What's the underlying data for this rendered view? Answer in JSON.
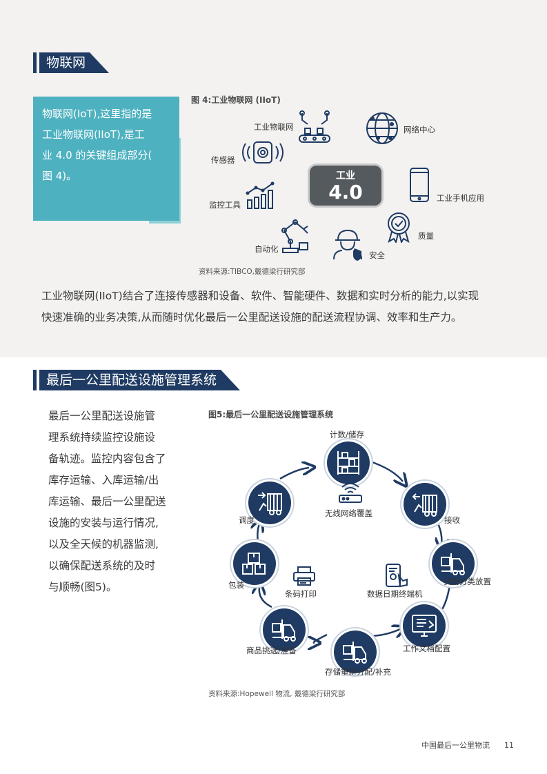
{
  "section1": {
    "title": "物联网",
    "callout_lines": [
      "物联网(IoT),这里指的是",
      "工业物联网(IIoT),是工",
      "业 4.0 的关键组成部分(",
      "图 4)。"
    ],
    "figure_title": "图 4:工业物联网 (IIoT)",
    "badge_line1": "工业",
    "badge_line2": "4.0",
    "labels": {
      "iiot": "工业物联网",
      "network_center": "网络中心",
      "sensor": "传感器",
      "mobile_app": "工业手机应用",
      "monitor_tools": "监控工具",
      "quality": "质量",
      "automation": "自动化",
      "safety": "安全"
    },
    "source": "资料来源:TIBCO,戴德梁行研究部",
    "paragraph_lines": [
      "工业物联网(IIoT)结合了连接传感器和设备、软件、智能硬件、数据和实时分析的能力,以实现",
      "快速准确的业务决策,从而随时优化最后一公里配送设施的配送流程协调、效率和生产力。"
    ]
  },
  "section2": {
    "title": "最后一公里配送设施管理系统",
    "text_lines": [
      "最后一公里配送设施管",
      "理系统持续监控设施设",
      "备轨迹。监控内容包含了",
      "库存运输、入库运输/出",
      "库运输、最后一公里配送",
      "设施的安装与运行情况,",
      "以及全天候的机器监测,",
      "以确保配送系统的及时",
      "与顺畅(图5)。"
    ],
    "figure_title": "图5:最后一公里配送设施管理系统",
    "labels": {
      "count_storage": "计数/储存",
      "receive": "接收",
      "goods_placement": "货物分类放置",
      "work_docs": "工作文档配置",
      "redistribution": "存储重新分配/补充",
      "picking": "商品挑选/准备",
      "packing": "包装",
      "dispatch": "调度",
      "wifi": "无线网络覆盖",
      "barcode": "条码打印",
      "terminal": "数据日期终端机"
    },
    "source": "资料来源:Hopewell 物流, 戴德梁行研究部"
  },
  "footer": {
    "text": "中国最后一公里物流",
    "page": "11"
  },
  "colors": {
    "navy": "#1f3b63",
    "teal": "#4eb1c0",
    "badge": "#555a5e",
    "top_bg": "#f3f2f1"
  },
  "icons": [
    "robot-arm-icon",
    "globe-network-icon",
    "sensor-icon",
    "smartphone-icon",
    "chart-bars-icon",
    "quality-badge-icon",
    "robot-arm-icon",
    "safety-worker-icon",
    "shelving-icon",
    "truck-receive-icon",
    "forklift-icon",
    "monitor-icon",
    "forklift-icon",
    "forklift-icon",
    "boxes-icon",
    "truck-dispatch-icon",
    "wifi-router-icon",
    "printer-icon",
    "handheld-terminal-icon"
  ]
}
